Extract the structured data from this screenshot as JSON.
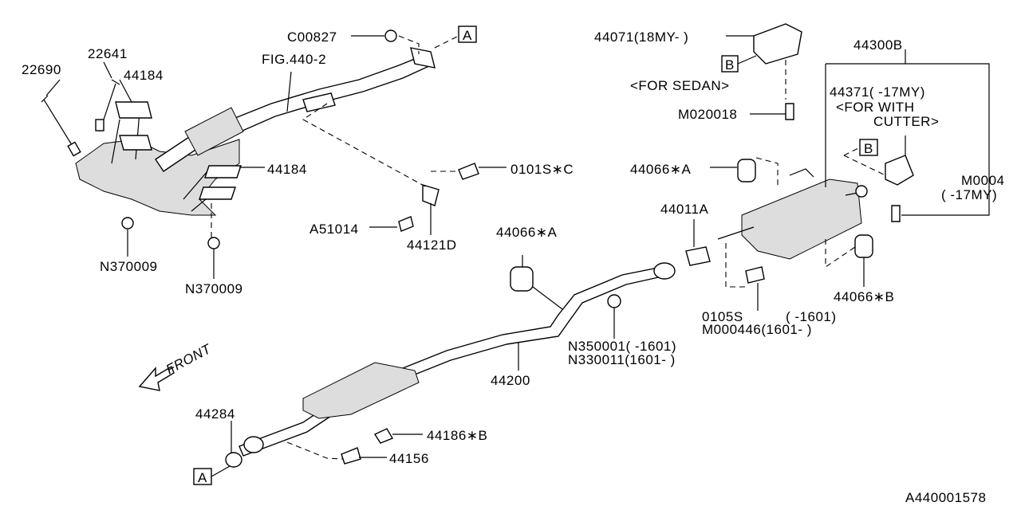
{
  "labels": {
    "c00827": "C00827",
    "ref_a_top": "A",
    "p44071": "44071(18MY- )",
    "ref_b_sedan": "B",
    "for_sedan": "<FOR SEDAN>",
    "m020018": "M020018",
    "p44300b": "44300B",
    "p44371": "44371( -17MY)",
    "for_with": "<FOR WITH",
    "cutter": "CUTTER>",
    "m0004": "M0004",
    "m0004_note": "( -17MY)",
    "p22641": "22641",
    "p22690": "22690",
    "p44184_top": "44184",
    "fig440_2": "FIG.440-2",
    "p44184_mid": "44184",
    "p0101s_c": "0101S∗C",
    "a51014": "A51014",
    "p44121d": "44121D",
    "n370009_a": "N370009",
    "n370009_b": "N370009",
    "p44066a_right": "44066∗A",
    "p44011a": "44011A",
    "ref_b_right": "B",
    "p44066a_mid": "44066∗A",
    "p0105s": "0105S",
    "p0105s_note": "( -1601)",
    "m000446": "M000446(1601- )",
    "n350001": "N350001( -1601)",
    "n330011": "N330011(1601- )",
    "p44200": "44200",
    "p44066b": "44066∗B",
    "front": "FRONT",
    "p44284": "44284",
    "p44186b": "44186∗B",
    "p44156": "44156",
    "ref_a_bottom": "A",
    "diagram_id": "A440001578"
  }
}
